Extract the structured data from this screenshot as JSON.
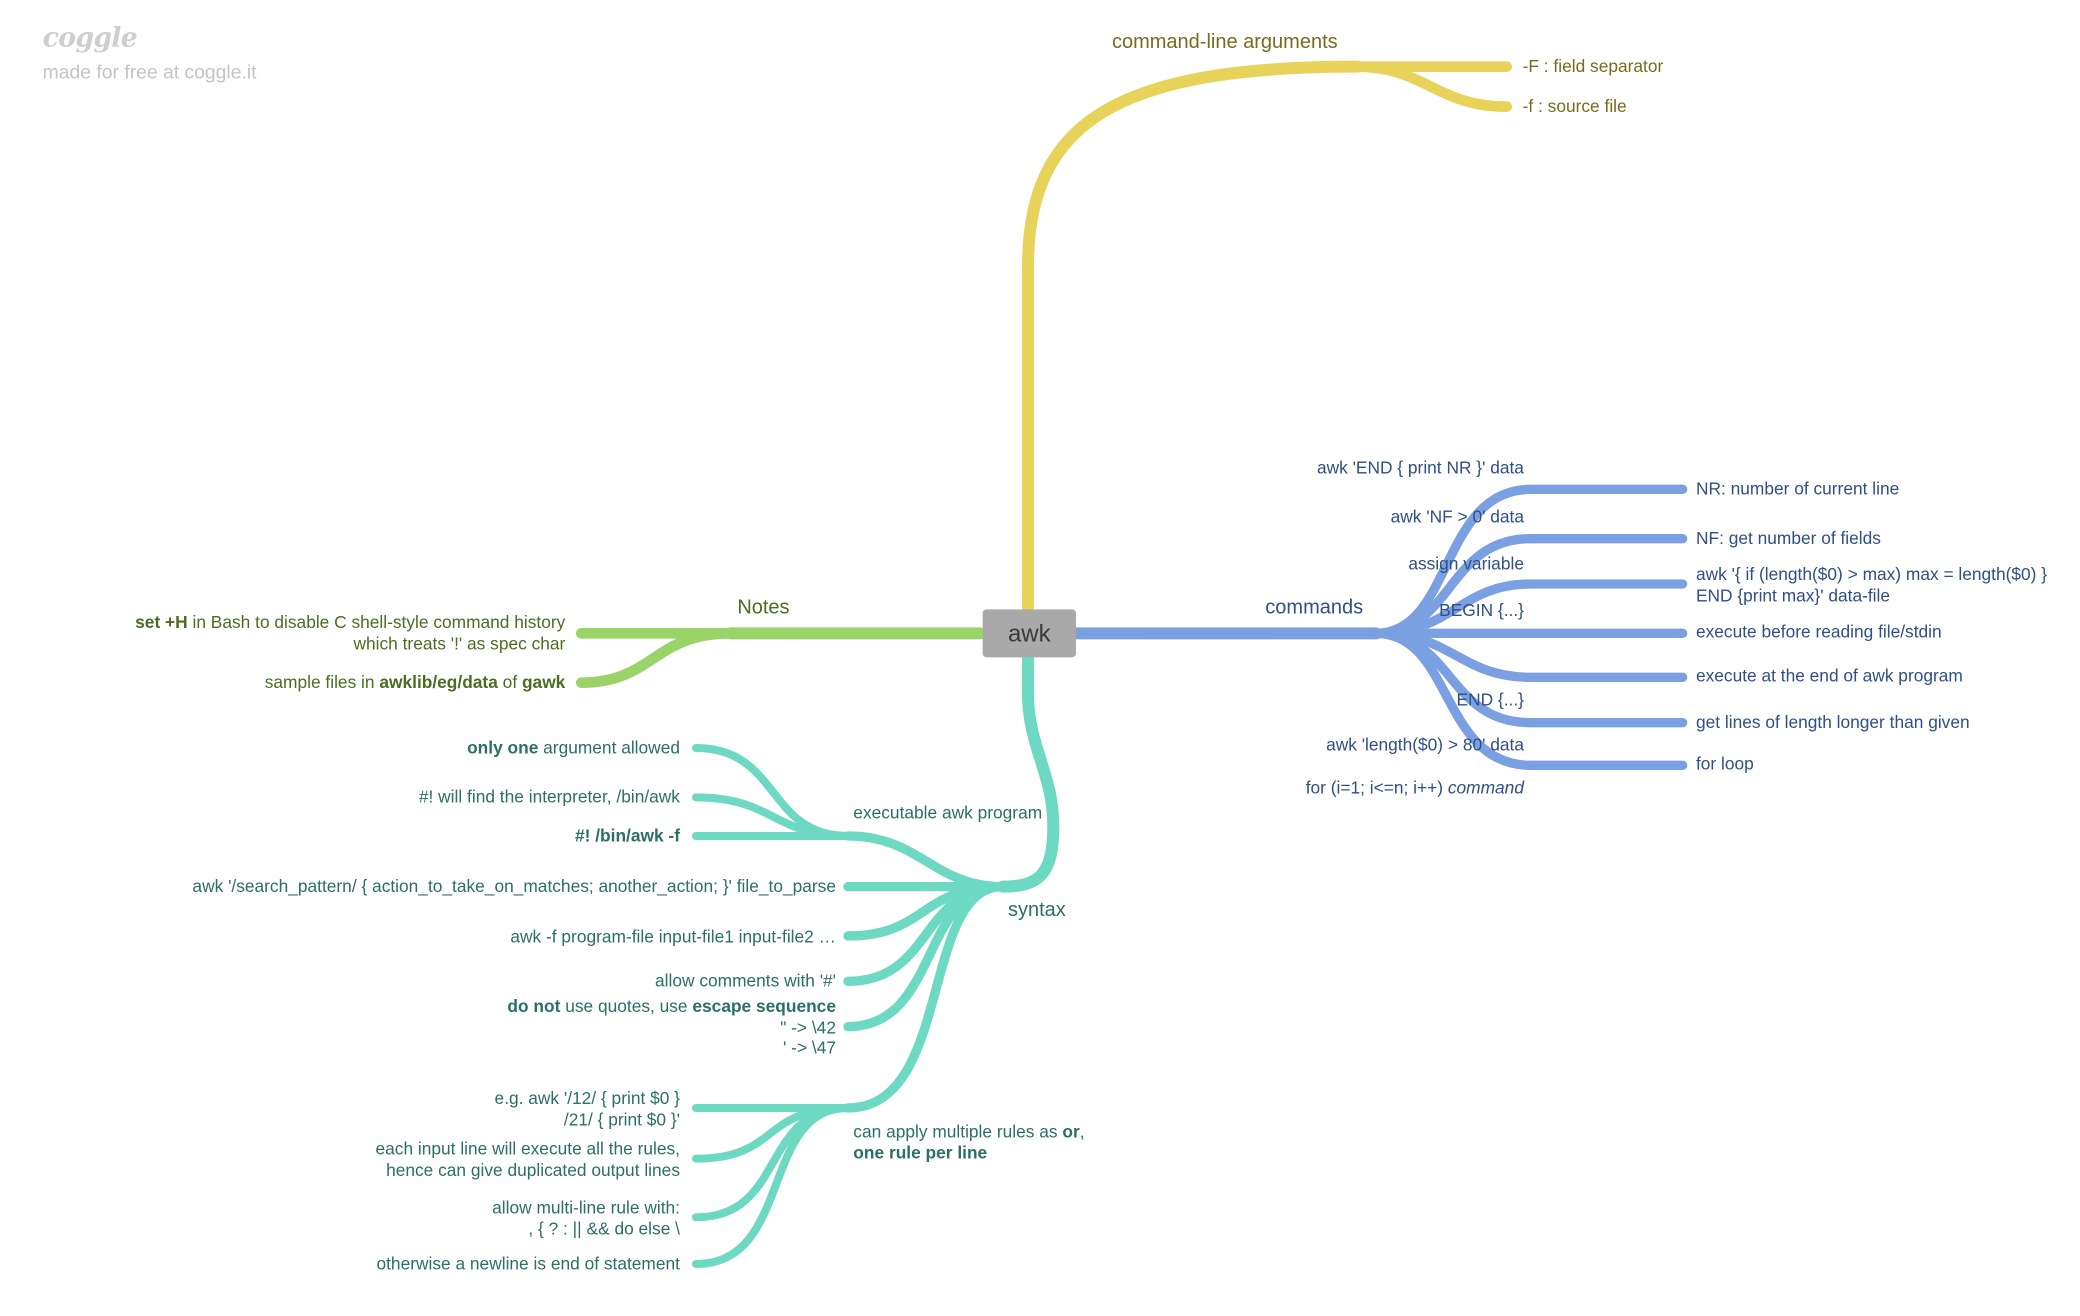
{
  "brand": {
    "logo": "coggle",
    "credit": "made for free at coggle.it"
  },
  "colors": {
    "yellow": "#e8d35a",
    "blue": "#7ba0e2",
    "green": "#9ad367",
    "teal": "#6dd9c2",
    "root": "#a9a9a9"
  },
  "root": {
    "label": "awk"
  },
  "cmdline": {
    "label": "command-line arguments",
    "items": [
      "-F : field separator",
      "-f : source file"
    ]
  },
  "commands": {
    "label": "commands",
    "edges": [
      "awk 'END { print NR }' data",
      "awk 'NF > 0' data",
      "assign variable",
      "BEGIN {...}",
      "END {...}",
      "awk 'length($0) > 80' data",
      "for (i=1; i<=n; i++)"
    ],
    "for_suffix": "command",
    "leaves": [
      "NR: number of current line",
      "NF: get number of fields",
      "awk '{ if (length($0) > max) max = length($0) }",
      "END {print max}' data-file",
      "execute before reading file/stdin",
      "execute at the end of awk program",
      "get lines of length longer than given",
      "for loop"
    ]
  },
  "notes": {
    "label": "Notes",
    "n1_b": "set +H",
    "n1_rest": " in Bash to disable C shell-style command history",
    "n1_l2": "which treats '!' as spec char",
    "n2_a": "sample files in ",
    "n2_b": "awklib/eg/data",
    "n2_c": " of ",
    "n2_d": "gawk"
  },
  "syntax": {
    "label": "syntax",
    "exec_label": "executable awk program",
    "exec1_b": "only one",
    "exec1_rest": " argument allowed",
    "exec2": "#! will find the interpreter, /bin/awk",
    "exec3": "#! /bin/awk -f",
    "line1": "awk '/search_pattern/ { action_to_take_on_matches; another_action; }' file_to_parse",
    "line2": "awk -f program-file input-file1 input-file2 …",
    "line3": "allow comments with '#'",
    "q_a": "do not",
    "q_b": " use quotes, use ",
    "q_c": "escape sequence",
    "q_l2": "\" -> \\42",
    "q_l3": "' -> \\47",
    "multi_a": "can apply multiple rules as ",
    "multi_b": "or",
    "multi_c": ",",
    "multi_l2": "one rule per line",
    "m1_l1": "e.g. awk '/12/ { print $0 }",
    "m1_l2": "/21/ { print $0 }'",
    "m2_l1": "each input line will execute all the rules,",
    "m2_l2": "hence can give duplicated output lines",
    "m3_l1": "allow multi-line rule with:",
    "m3_l2": ", { ? : || && do else \\",
    "m4": "otherwise a newline is end of statement"
  }
}
